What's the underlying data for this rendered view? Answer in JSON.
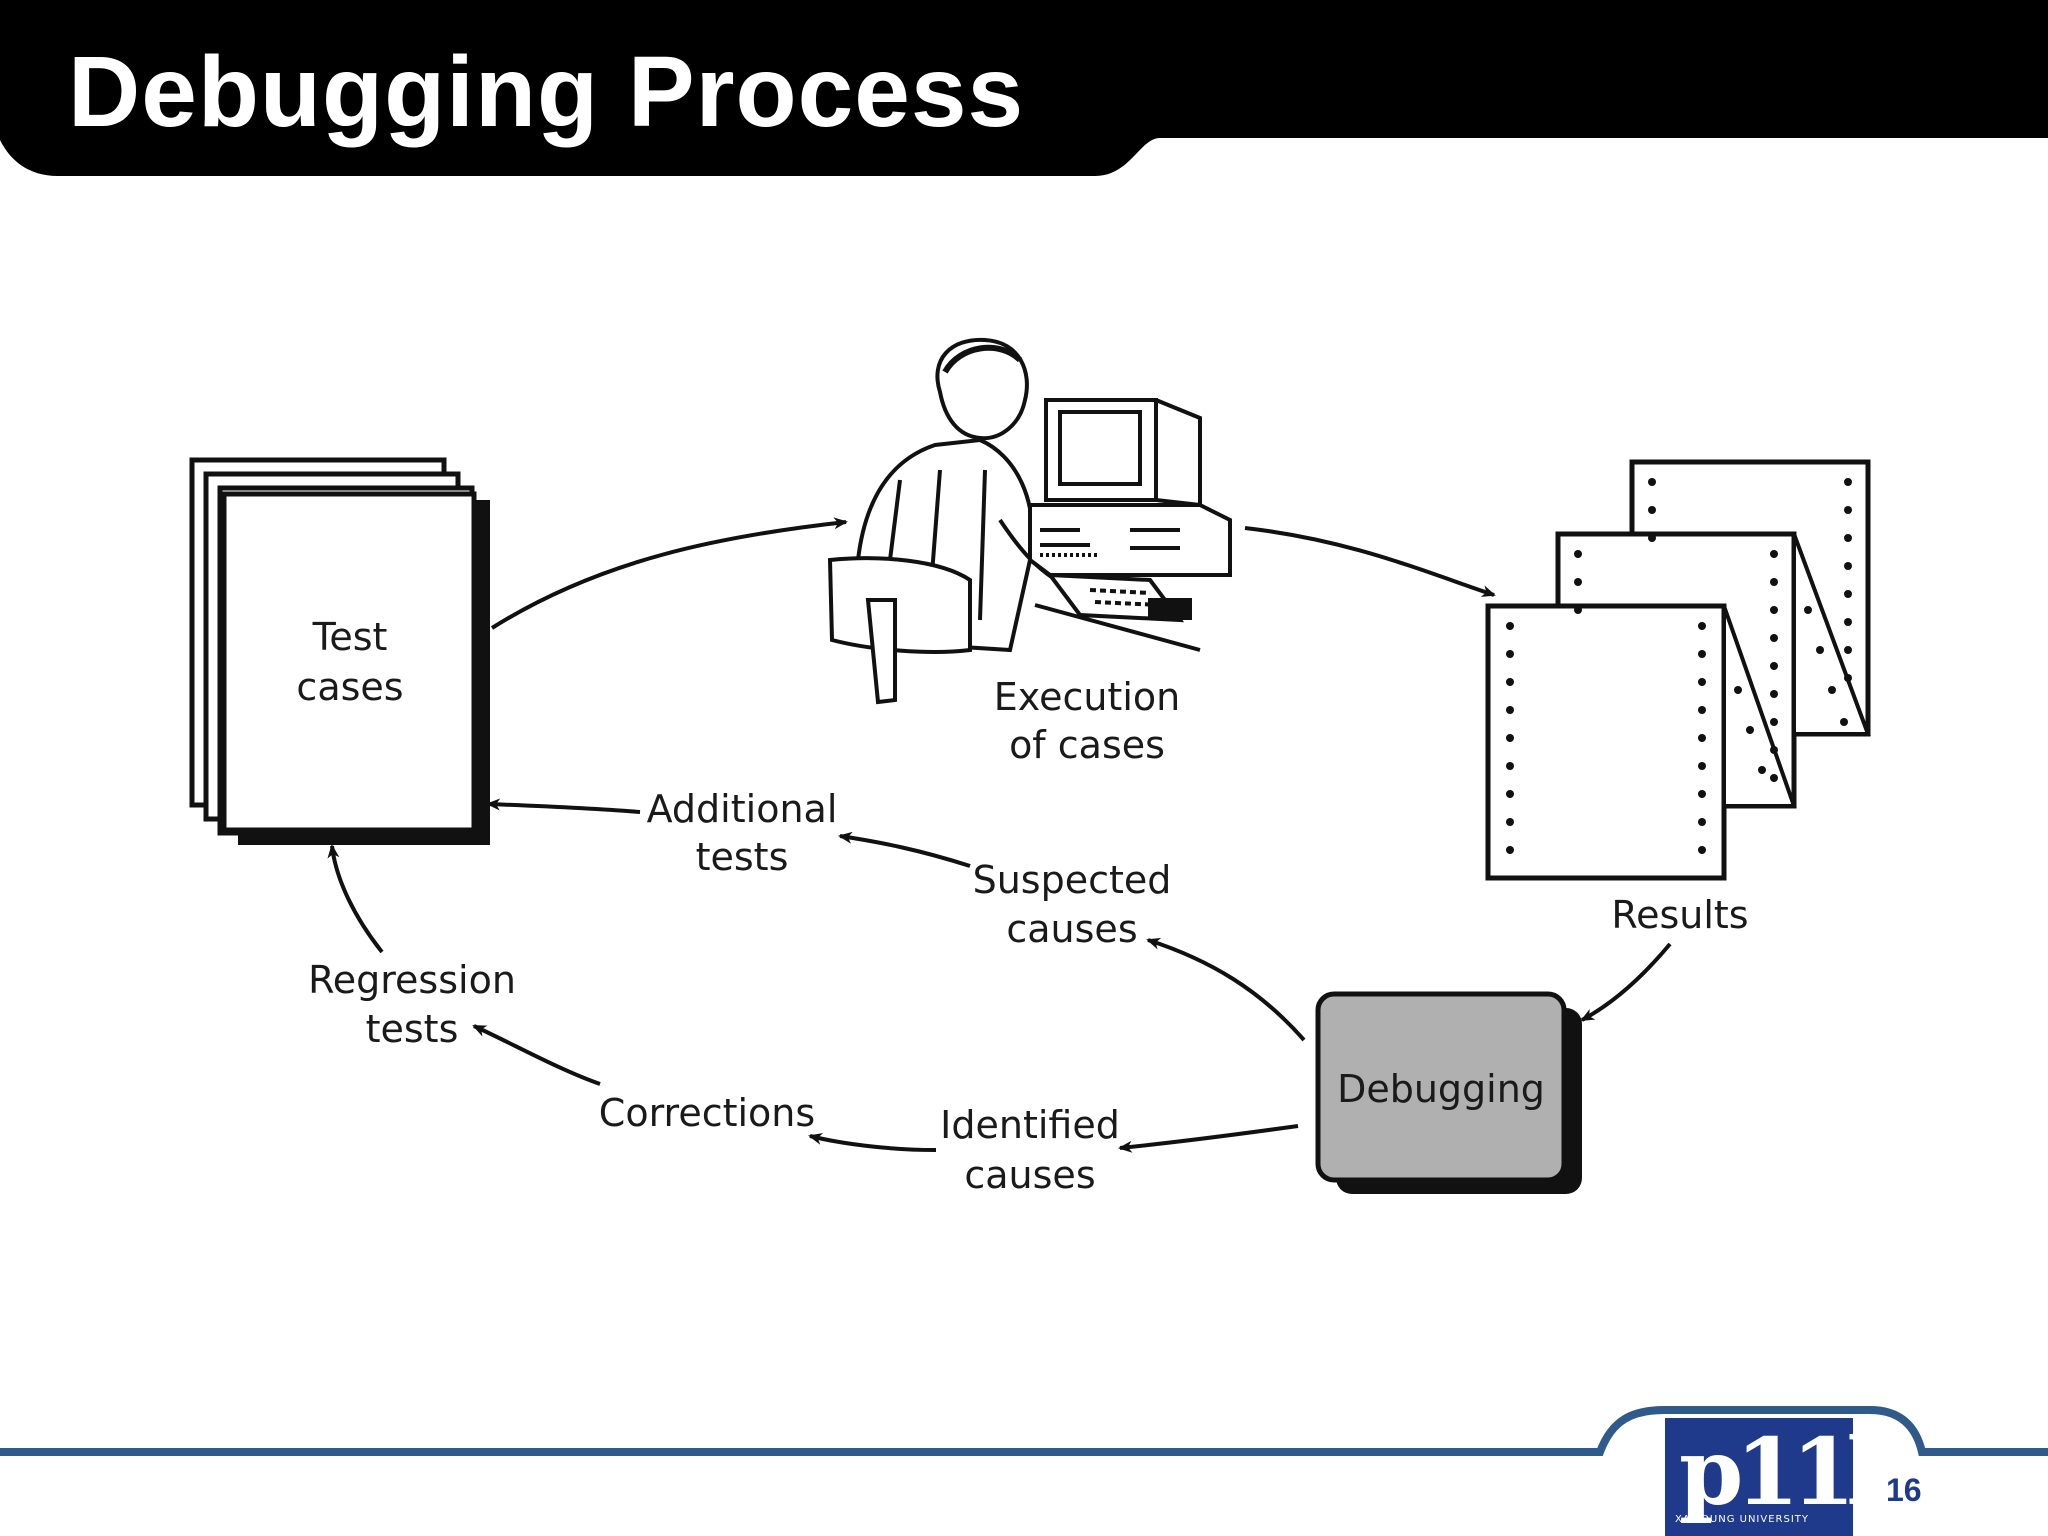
{
  "slide": {
    "title": "Debugging Process",
    "page_number": "16"
  },
  "diagram": {
    "nodes": {
      "test_cases": "Test cases",
      "execution": "Execution of cases",
      "results": "Results",
      "debugging": "Debugging",
      "suspected_causes": "Suspected causes",
      "identified_causes": "Identified causes",
      "additional_tests": "Additional tests",
      "corrections": "Corrections",
      "regression_tests": "Regression tests"
    },
    "edges": [
      {
        "from": "test_cases",
        "to": "execution"
      },
      {
        "from": "execution",
        "to": "results"
      },
      {
        "from": "results",
        "to": "debugging"
      },
      {
        "from": "debugging",
        "to": "suspected_causes"
      },
      {
        "from": "debugging",
        "to": "identified_causes"
      },
      {
        "from": "suspected_causes",
        "to": "additional_tests"
      },
      {
        "from": "additional_tests",
        "to": "test_cases"
      },
      {
        "from": "identified_causes",
        "to": "corrections"
      },
      {
        "from": "corrections",
        "to": "regression_tests"
      },
      {
        "from": "regression_tests",
        "to": "test_cases"
      }
    ]
  },
  "logo": {
    "icon": "university-logo",
    "text": "XAY DUNG UNIVERSITY"
  },
  "colors": {
    "banner": "#000000",
    "footer_line": "#2f5a8a",
    "logo_bg": "#1f3a8a",
    "debugging_box": "#b0b0b0"
  }
}
